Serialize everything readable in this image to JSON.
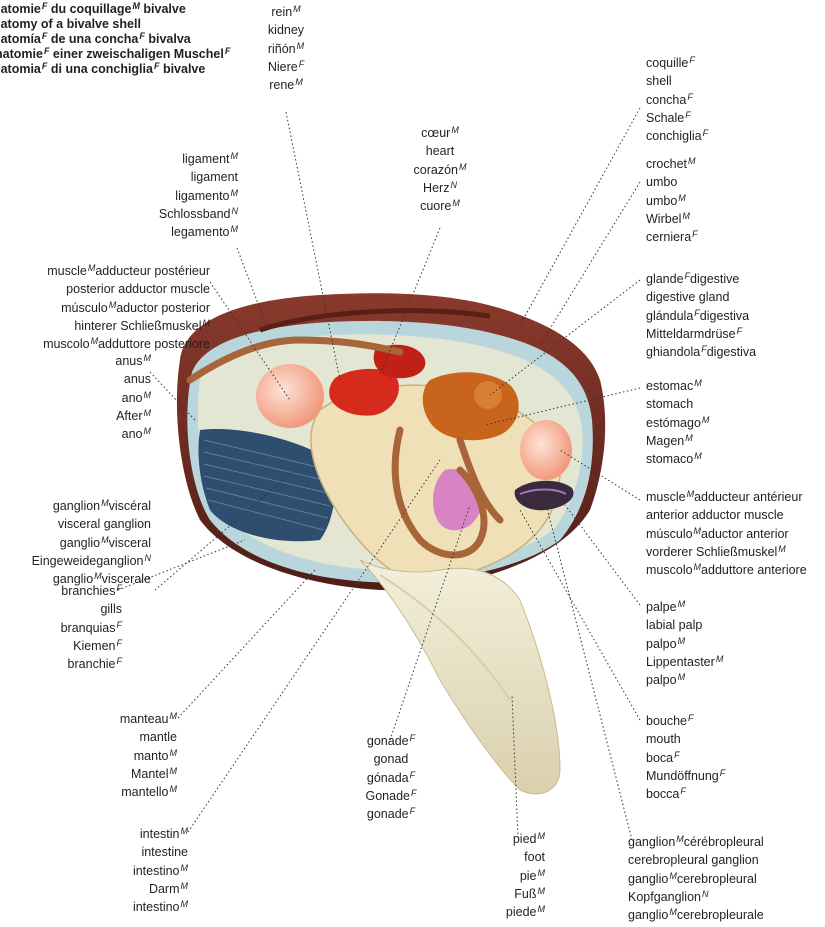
{
  "title": [
    {
      "text": "anatomie",
      "g": "F",
      "text2": "du coquillage",
      "g2": "M",
      "text3": "bivalve"
    },
    {
      "text": "anatomy of a bivalve shell"
    },
    {
      "text": "anatomía",
      "g": "F",
      "text2": "de una concha",
      "g2": "F",
      "text3": "bivalva"
    },
    {
      "text": "Anatomie",
      "g": "F",
      "text2": "einer zweischaligen Muschel",
      "g2": "F"
    },
    {
      "text": "anatomia",
      "g": "F",
      "text2": "di una conchiglia",
      "g2": "F",
      "text3": "bivalve"
    }
  ],
  "labels": {
    "rein": [
      {
        "t": "rein",
        "g": "M"
      },
      {
        "t": "kidney"
      },
      {
        "t": "riñón",
        "g": "M"
      },
      {
        "t": "Niere",
        "g": "F"
      },
      {
        "t": "rene",
        "g": "M"
      }
    ],
    "coquille": [
      {
        "t": "coquille",
        "g": "F"
      },
      {
        "t": "shell"
      },
      {
        "t": "concha",
        "g": "F"
      },
      {
        "t": "Schale",
        "g": "F"
      },
      {
        "t": "conchiglia",
        "g": "F"
      }
    ],
    "coeur": [
      {
        "t": "cœur",
        "g": "M"
      },
      {
        "t": "heart"
      },
      {
        "t": "corazón",
        "g": "M"
      },
      {
        "t": "Herz",
        "g": "N"
      },
      {
        "t": "cuore",
        "g": "M"
      }
    ],
    "ligament": [
      {
        "t": "ligament",
        "g": "M"
      },
      {
        "t": "ligament"
      },
      {
        "t": "ligamento",
        "g": "M"
      },
      {
        "t": "Schlossband",
        "g": "N"
      },
      {
        "t": "legamento",
        "g": "M"
      }
    ],
    "crochet": [
      {
        "t": "crochet",
        "g": "M"
      },
      {
        "t": "umbo"
      },
      {
        "t": "umbo",
        "g": "M"
      },
      {
        "t": "Wirbel",
        "g": "M"
      },
      {
        "t": "cerniera",
        "g": "F"
      }
    ],
    "muscle_post": [
      {
        "t": "muscle",
        "g": "M",
        "t2": "adducteur postérieur"
      },
      {
        "t": "posterior adductor muscle"
      },
      {
        "t": "músculo",
        "g": "M",
        "t2": "aductor posterior"
      },
      {
        "t": "hinterer Schließmuskel",
        "g": "M"
      },
      {
        "t": "muscolo",
        "g": "M",
        "t2": "adduttore posteriore"
      }
    ],
    "glande": [
      {
        "t": "glande",
        "g": "F",
        "t2": "digestive"
      },
      {
        "t": "digestive gland"
      },
      {
        "t": "glándula",
        "g": "F",
        "t2": "digestiva"
      },
      {
        "t": "Mitteldarmdrüse",
        "g": "F"
      },
      {
        "t": "ghiandola",
        "g": "F",
        "t2": "digestiva"
      }
    ],
    "anus": [
      {
        "t": "anus",
        "g": "M"
      },
      {
        "t": "anus"
      },
      {
        "t": "ano",
        "g": "M"
      },
      {
        "t": "After",
        "g": "M"
      },
      {
        "t": "ano",
        "g": "M"
      }
    ],
    "estomac": [
      {
        "t": "estomac",
        "g": "M"
      },
      {
        "t": "stomach"
      },
      {
        "t": "estómago",
        "g": "M"
      },
      {
        "t": "Magen",
        "g": "M"
      },
      {
        "t": "stomaco",
        "g": "M"
      }
    ],
    "ganglion_visc": [
      {
        "t": "ganglion",
        "g": "M",
        "t2": "viscéral"
      },
      {
        "t": "visceral ganglion"
      },
      {
        "t": "ganglio",
        "g": "M",
        "t2": "visceral"
      },
      {
        "t": "Eingeweideganglion",
        "g": "N"
      },
      {
        "t": "ganglio",
        "g": "M",
        "t2": "viscerale"
      }
    ],
    "muscle_ant": [
      {
        "t": "muscle",
        "g": "M",
        "t2": "adducteur antérieur"
      },
      {
        "t": "anterior adductor muscle"
      },
      {
        "t": "músculo",
        "g": "M",
        "t2": "aductor anterior"
      },
      {
        "t": "vorderer Schließmuskel",
        "g": "M"
      },
      {
        "t": "muscolo",
        "g": "M",
        "t2": "adduttore anteriore"
      }
    ],
    "branchies": [
      {
        "t": "branchies",
        "g": "F"
      },
      {
        "t": "gills"
      },
      {
        "t": "branquias",
        "g": "F"
      },
      {
        "t": "Kiemen",
        "g": "F"
      },
      {
        "t": "branchie",
        "g": "F"
      }
    ],
    "palpe": [
      {
        "t": "palpe",
        "g": "M"
      },
      {
        "t": "labial palp"
      },
      {
        "t": "palpo",
        "g": "M"
      },
      {
        "t": "Lippentaster",
        "g": "M"
      },
      {
        "t": "palpo",
        "g": "M"
      }
    ],
    "manteau": [
      {
        "t": "manteau",
        "g": "M"
      },
      {
        "t": "mantle"
      },
      {
        "t": "manto",
        "g": "M"
      },
      {
        "t": "Mantel",
        "g": "M"
      },
      {
        "t": "mantello",
        "g": "M"
      }
    ],
    "gonade": [
      {
        "t": "gonade",
        "g": "F"
      },
      {
        "t": "gonad"
      },
      {
        "t": "gónada",
        "g": "F"
      },
      {
        "t": "Gonade",
        "g": "F"
      },
      {
        "t": "gonade",
        "g": "F"
      }
    ],
    "bouche": [
      {
        "t": "bouche",
        "g": "F"
      },
      {
        "t": "mouth"
      },
      {
        "t": "boca",
        "g": "F"
      },
      {
        "t": "Mundöffnung",
        "g": "F"
      },
      {
        "t": "bocca",
        "g": "F"
      }
    ],
    "intestin": [
      {
        "t": "intestin",
        "g": "M"
      },
      {
        "t": "intestine"
      },
      {
        "t": "intestino",
        "g": "M"
      },
      {
        "t": "Darm",
        "g": "M"
      },
      {
        "t": "intestino",
        "g": "M"
      }
    ],
    "pied": [
      {
        "t": "pied",
        "g": "M"
      },
      {
        "t": "foot"
      },
      {
        "t": "pie",
        "g": "M"
      },
      {
        "t": "Fuß",
        "g": "M"
      },
      {
        "t": "piede",
        "g": "M"
      }
    ],
    "ganglion_cereb": [
      {
        "t": "ganglion",
        "g": "M",
        "t2": "cérébropleural"
      },
      {
        "t": "cerebropleural ganglion"
      },
      {
        "t": "ganglio",
        "g": "M",
        "t2": "cerebropleural"
      },
      {
        "t": "Kopfganglion",
        "g": "N"
      },
      {
        "t": "ganglio",
        "g": "M",
        "t2": "cerebropleurale"
      }
    ]
  },
  "colors": {
    "shell_outer": "#6e2b22",
    "shell_inner": "#b8d6dc",
    "body": "#efe0b8",
    "foot": "#eae3c6",
    "gills": "#2f4d6e",
    "kidney": "#d52a1c",
    "stomach": "#c8641c",
    "adductor": "#f6b6a0",
    "gonad": "#d884c4",
    "intestine": "#a8653a",
    "leader": "#333333"
  }
}
